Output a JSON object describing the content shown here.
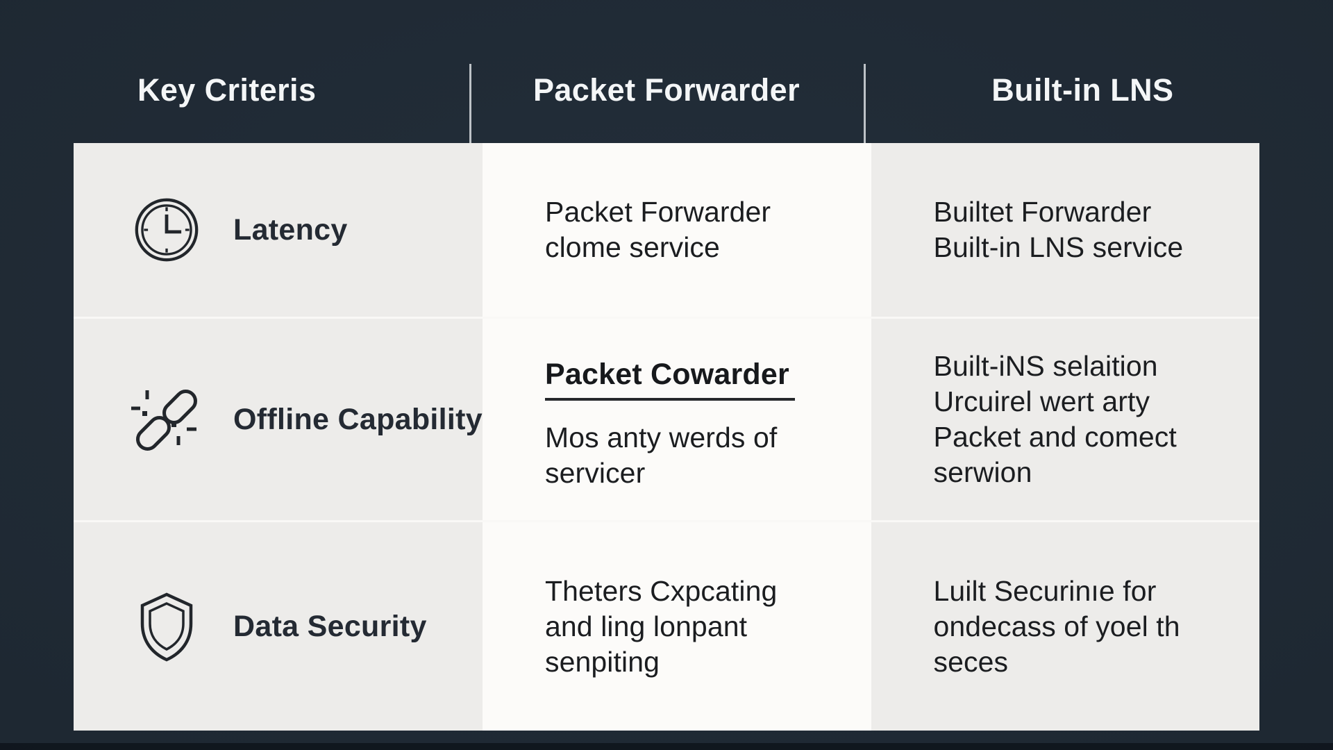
{
  "header": {
    "columns": [
      {
        "label": "Key Criteris"
      },
      {
        "label": "Packet Forwarder"
      },
      {
        "label": "Built-in LNS"
      }
    ]
  },
  "rows": [
    {
      "criterion": "Latency",
      "icon": "clock-icon",
      "packet_forwarder": "Packet Forwarder\nclome service",
      "built_in_lns": "Builtet Forwarder\nBuilt-in LNS service"
    },
    {
      "criterion": "Offline Capability",
      "icon": "broken-link-icon",
      "packet_forwarder_heading": "Packet Cowarder",
      "packet_forwarder": "Mos anty werds of\nservicer",
      "built_in_lns": "Built-iNS selaition\nUrcuirel wert arty\nPacket and comect\nserwion"
    },
    {
      "criterion": "Data Security",
      "icon": "shield-icon",
      "packet_forwarder": "Theters Cxpcating\nand ling lonpant\nsenpiting",
      "built_in_lns": "Luilt Securinıe for\nondecass of yoel th\nseces"
    }
  ],
  "colors": {
    "background": "#1f2933",
    "header_text": "#f4f6f7",
    "column_gray": "#edecea",
    "column_white": "#fcfbf9",
    "text_dark": "#1b1d20",
    "label_dark": "#242a33",
    "header_divider": "#ced3d7",
    "row_separator": "#f9f8f6"
  }
}
